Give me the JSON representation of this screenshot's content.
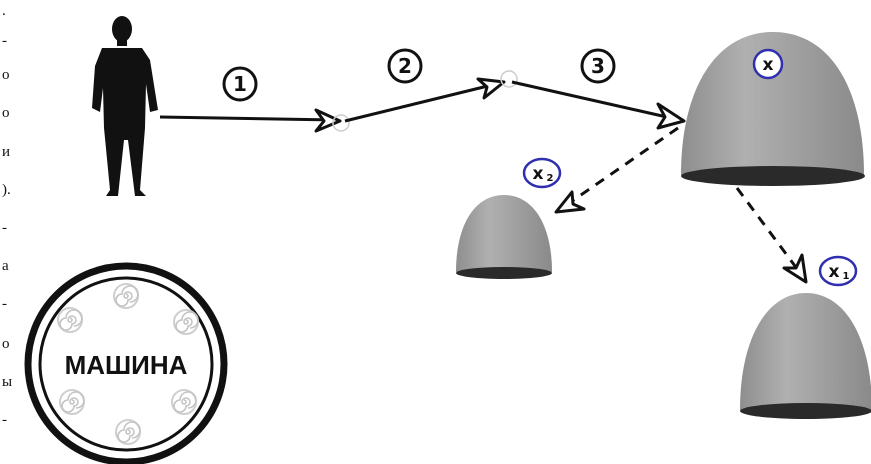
{
  "margin_fragments": [
    ".",
    "-",
    "о",
    "о",
    "и",
    ").",
    "-",
    "а",
    "-",
    "о",
    "ы",
    "-"
  ],
  "steps": [
    "1",
    "2",
    "3"
  ],
  "nodes": {
    "x_main": "x",
    "x1": {
      "base": "x",
      "sub": "1"
    },
    "x2": {
      "base": "x",
      "sub": "2"
    }
  },
  "machine": {
    "label": "МАШИНА"
  },
  "colors": {
    "dome_fill": "#9a9a9a",
    "dome_base": "#2a2a2a",
    "circle_stroke": "#2f2fb0",
    "line": "#111111",
    "silhouette": "#111111"
  },
  "icons": {
    "person": "person-silhouette-icon",
    "machine": "machine-disc-icon",
    "spiral": "spiral-icon"
  }
}
